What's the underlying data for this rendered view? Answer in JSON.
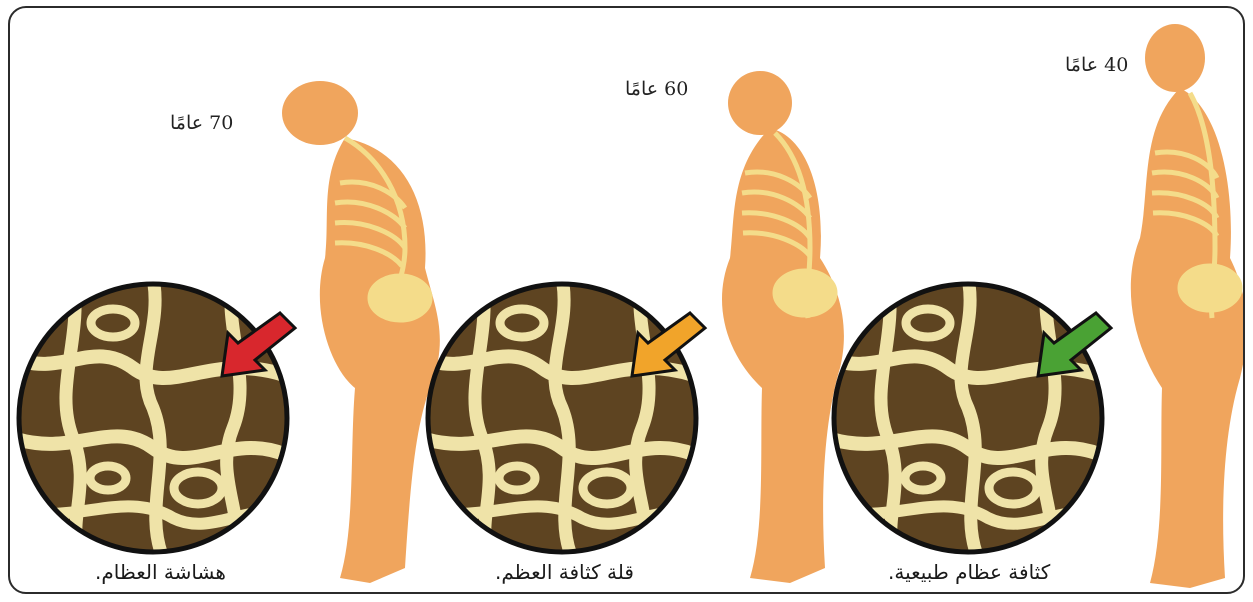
{
  "colors": {
    "skin": "#f0a55d",
    "skeleton": "#f4dc8a",
    "bone_dark": "#5e4421",
    "bone_light": "#efe3a8",
    "arrow_normal": "#4aa234",
    "arrow_osteopenia": "#f1a42a",
    "arrow_osteoporosis": "#d8272d"
  },
  "stages": [
    {
      "id": "normal",
      "age_label": "40 عامًا",
      "caption": "كثافة عظام طبيعية.",
      "arrow_color": "#4aa234"
    },
    {
      "id": "osteopenia",
      "age_label": "60 عامًا",
      "caption": "قلة كثافة العظم.",
      "arrow_color": "#f1a42a"
    },
    {
      "id": "osteoporosis",
      "age_label": "70 عامًا",
      "caption": "هشاشة العظام.",
      "arrow_color": "#d8272d"
    }
  ]
}
